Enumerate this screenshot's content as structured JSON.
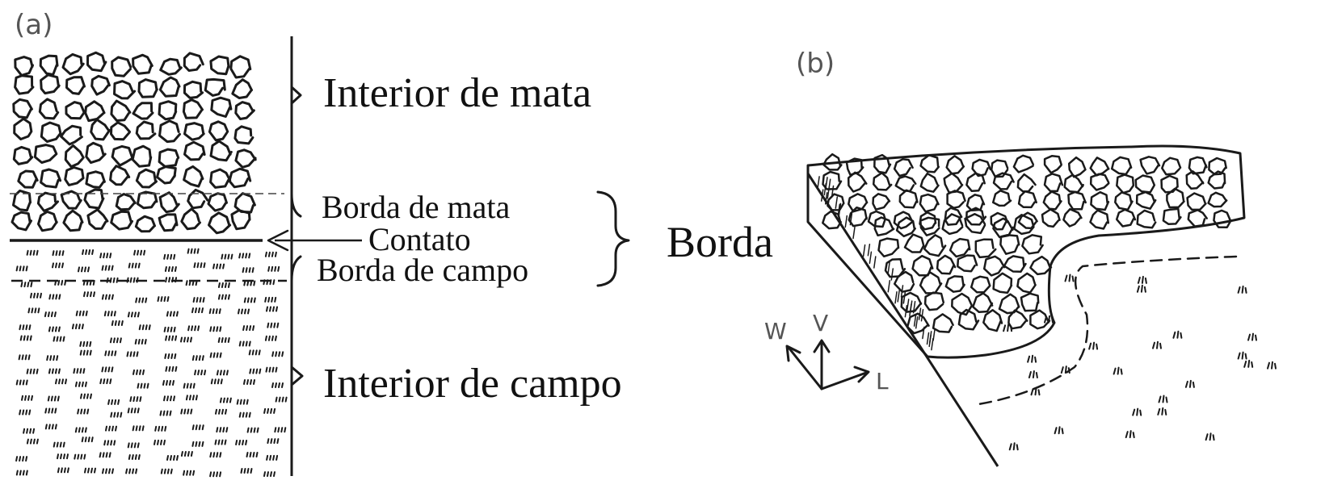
{
  "panel_a": {
    "label": "(a)",
    "zones": {
      "forest_interior": "Interior de mata",
      "forest_edge": "Borda de mata",
      "contact": "Contato",
      "field_edge": "Borda de campo",
      "field_interior": "Interior de campo"
    },
    "group_label": "Borda"
  },
  "panel_b": {
    "label": "(b)",
    "axes": {
      "west": "W",
      "vertical": "V",
      "east": "L"
    }
  },
  "colors": {
    "ink": "#1a1a1a",
    "panel_label": "#555555",
    "background": "#ffffff"
  }
}
